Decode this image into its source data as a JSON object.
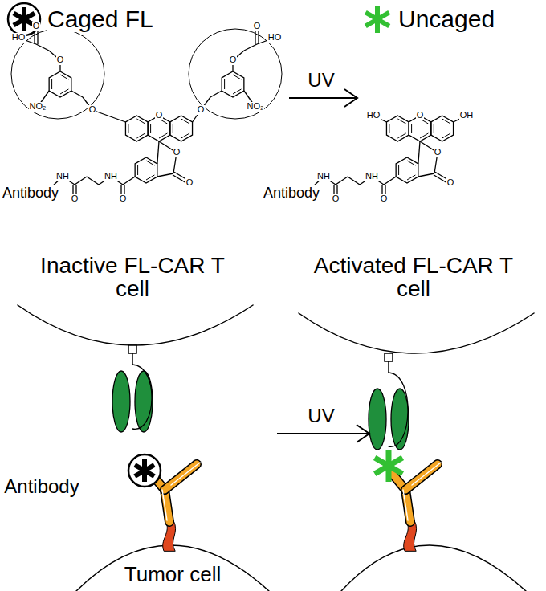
{
  "diagram": {
    "labels": [
      "Caged FL",
      "Uncaged",
      "HO",
      "O",
      "O",
      "NO₂",
      "O",
      "HO",
      "O",
      "O",
      "NO₂",
      "O",
      "O",
      "O",
      "O",
      "O",
      "NH",
      "O",
      "NH",
      "Antibody",
      "UV",
      "HO",
      "O",
      "OH",
      "O",
      "O",
      "O",
      "NH",
      "O",
      "NH",
      "Antibody",
      "Inactive FL-CAR T cell",
      "Activated FL-CAR T cell",
      "UV",
      "Antibody",
      "Tumor cell"
    ]
  }
}
